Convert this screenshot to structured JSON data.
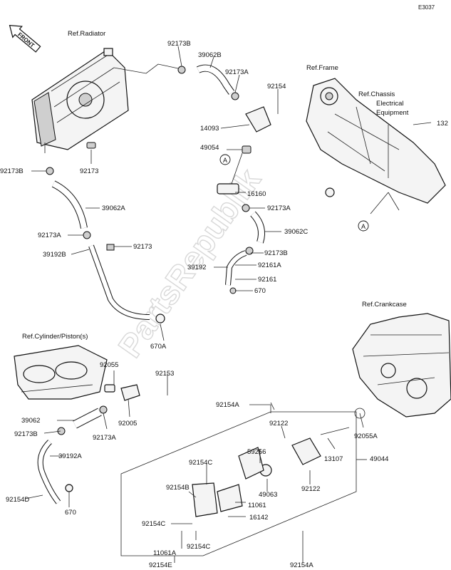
{
  "diagram_code": "E3037",
  "front_label": "FRONT",
  "watermark": "PartsRepublik",
  "refs": {
    "radiator": "Ref.Radiator",
    "frame": "Ref.Frame",
    "chassis_line1": "Ref.Chassis",
    "chassis_line2": "Electrical",
    "chassis_line3": "Equipment",
    "crankcase": "Ref.Crankcase",
    "cylinder": "Ref.Cylinder/Piston(s)"
  },
  "callouts": {
    "a1": "A",
    "a2": "A",
    "l92173B_top": "92173B",
    "l39062B": "39062B",
    "l92173A_top": "92173A",
    "l92154_top": "92154",
    "l14093": "14093",
    "l49054": "49054",
    "l16160": "16160",
    "l92173A_mid": "92173A",
    "l39062C": "39062C",
    "l92173B_mid": "92173B",
    "l39192": "39192",
    "l92161A": "92161A",
    "l92161": "92161",
    "l670_mid": "670",
    "l132": "132",
    "l92173B_left": "92173B",
    "l92173_left": "92173",
    "l39062A": "39062A",
    "l92173A_left": "92173A",
    "l92173_b": "92173",
    "l39192B": "39192B",
    "l670A": "670A",
    "l92055": "92055",
    "l92153": "92153",
    "l39062": "39062",
    "l92005": "92005",
    "l92173B_low": "92173B",
    "l92173A_low": "92173A",
    "l39192A": "39192A",
    "l92154D": "92154D",
    "l670_low": "670",
    "l92154A_top": "92154A",
    "l92122_top": "92122",
    "l92055A": "92055A",
    "l59256": "59256",
    "l13107": "13107",
    "l49044": "49044",
    "l92154C_a": "92154C",
    "l92154B": "92154B",
    "l49063": "49063",
    "l92122_bot": "92122",
    "l11061": "11061",
    "l16142": "16142",
    "l92154C_b": "92154C",
    "l92154C_c": "92154C",
    "l11061A": "11061A",
    "l92154E": "92154E",
    "l92154A_bot": "92154A"
  }
}
